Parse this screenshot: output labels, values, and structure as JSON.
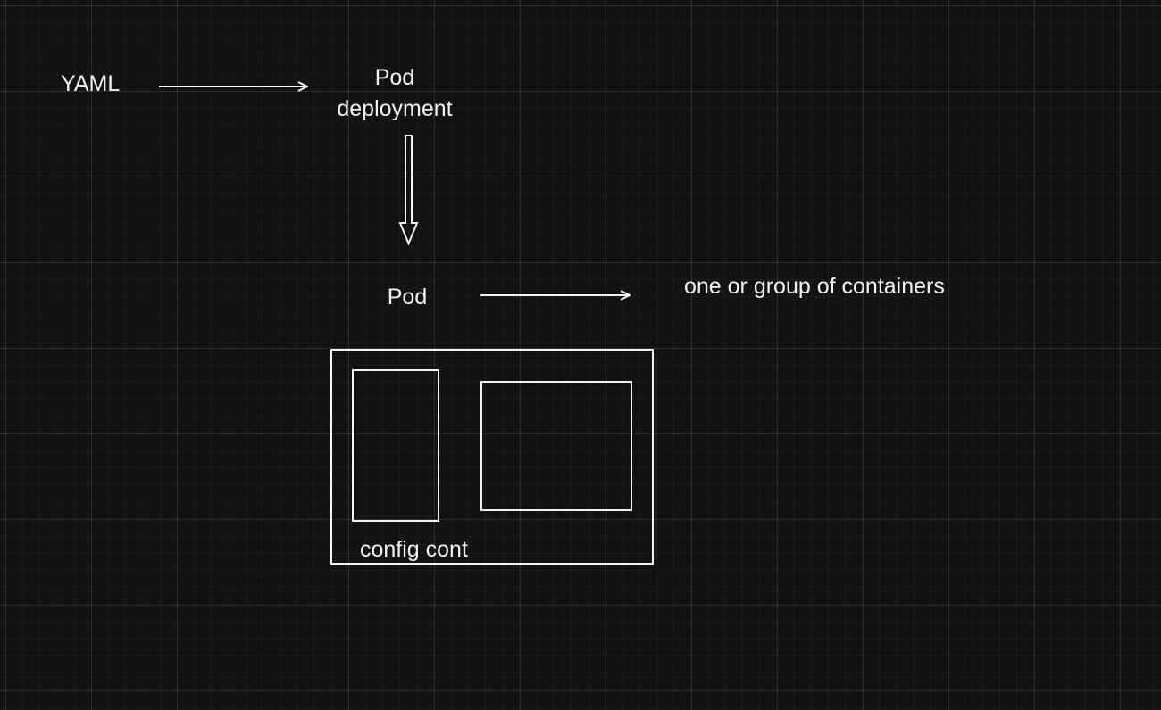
{
  "labels": {
    "yaml": "YAML",
    "pod_deployment_line1": "Pod",
    "pod_deployment_line2": "deployment",
    "pod": "Pod",
    "containers_note": "one or group of containers",
    "config_cont": "config cont"
  },
  "colors": {
    "background": "#121212",
    "stroke": "#f2f2f2",
    "text": "#f2f2f2"
  }
}
